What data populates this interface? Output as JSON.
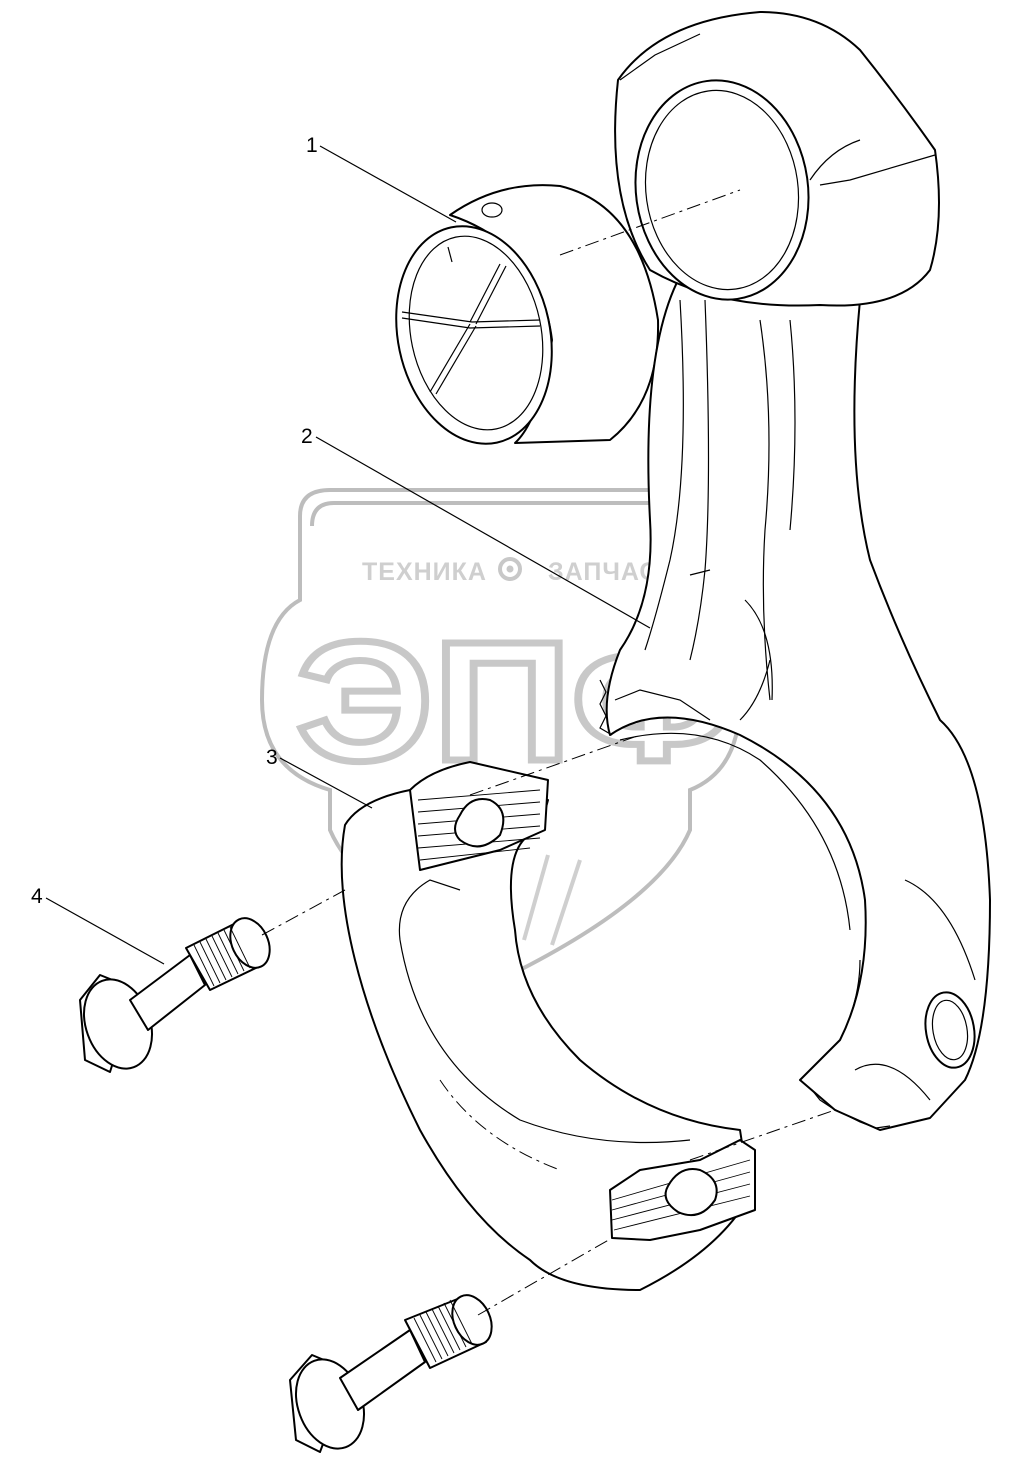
{
  "callouts": [
    {
      "id": "1",
      "label": "1"
    },
    {
      "id": "2",
      "label": "2"
    },
    {
      "id": "3",
      "label": "3"
    },
    {
      "id": "4",
      "label": "4"
    }
  ],
  "watermark": {
    "left_word": "ТЕХНИКА",
    "right_word": "ЗАПЧАСТИ",
    "logo_letters": "ЭПФ",
    "color": "#c8c8c8"
  }
}
